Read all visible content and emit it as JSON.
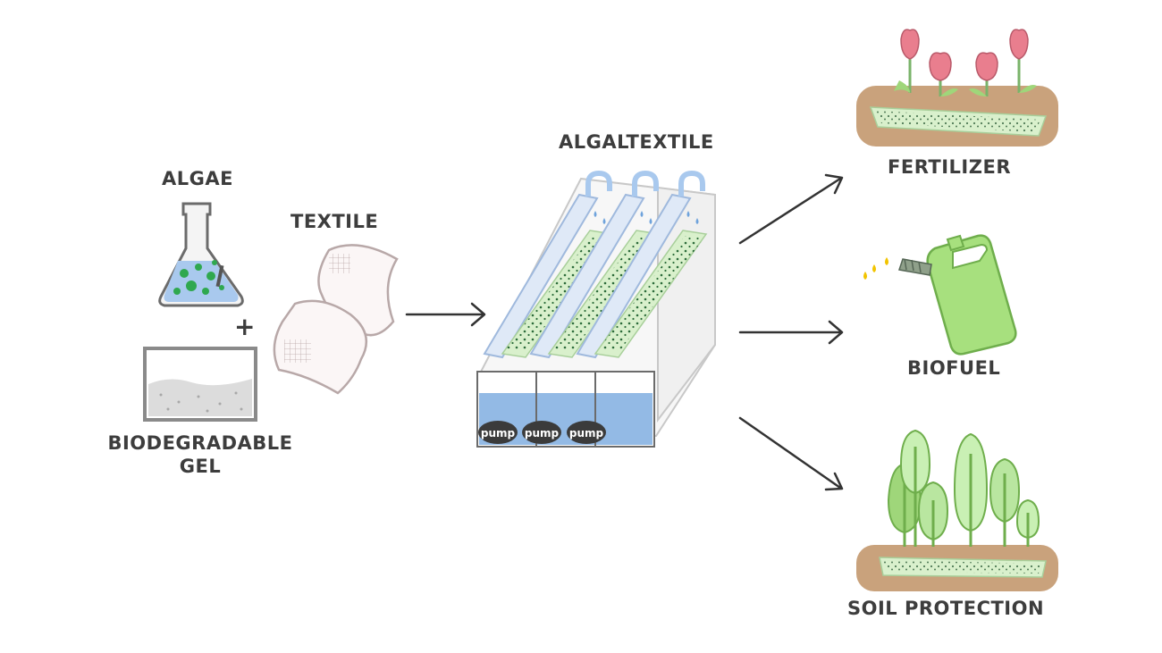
{
  "labels": {
    "algae": "ALGAE",
    "plus": "+",
    "gel_line1": "BIODEGRADABLE",
    "gel_line2": "GEL",
    "textile": "TEXTILE",
    "algaltextile": "ALGALTEXTILE",
    "fertilizer": "FERTILIZER",
    "biofuel": "BIOFUEL",
    "soil_protection": "SOIL PROTECTION"
  },
  "pumps": [
    "pump",
    "pump",
    "pump"
  ],
  "colors": {
    "text": "#3d3d3d",
    "algae_green": "#2fa84f",
    "water_blue": "#a9c9ee",
    "soil_brown": "#c9a27c",
    "plant_green": "#9fd67a",
    "flower_pink": "#e97e8e",
    "fuel_yellow": "#f2c400",
    "arrow": "#333333"
  },
  "icons": [
    "flask-icon",
    "gel-tray-icon",
    "textile-sheet-icon",
    "photobioreactor-icon",
    "tulip-icon",
    "fuel-can-icon",
    "tree-icon"
  ]
}
